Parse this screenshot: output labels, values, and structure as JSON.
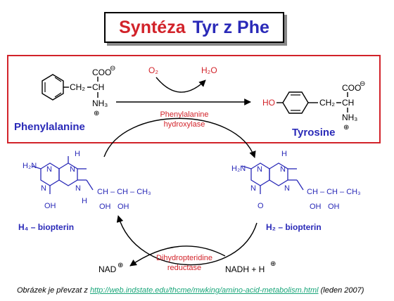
{
  "title": {
    "part1": "Syntéza",
    "part2": "Tyr z Phe"
  },
  "colors": {
    "red": "#d2232a",
    "blue": "#2a2ab8",
    "black": "#000000",
    "green": "#1aa67a"
  },
  "molecules": {
    "phenylalanine": {
      "name": "Phenylalanine",
      "ch2": "CH₂",
      "ch": "CH",
      "coo": "COO",
      "nh3": "NH₃"
    },
    "tyrosine": {
      "name": "Tyrosine",
      "ho": "HO",
      "ch2": "CH₂",
      "ch": "CH",
      "coo": "COO",
      "nh3": "NH₃"
    },
    "h4biopterin": {
      "name": "H₄ – biopterin",
      "h2n": "H₂N",
      "h_top": "H",
      "n1": "N",
      "n2": "N",
      "n3": "N",
      "n4": "N",
      "h_bot": "H",
      "oh": "OH",
      "chain": "CH – CH – CH₃",
      "oh1": "OH",
      "oh2": "OH"
    },
    "h2biopterin": {
      "name": "H₂ – biopterin",
      "h2n": "H₂N",
      "h_top": "H",
      "n1": "N",
      "n2": "N",
      "n3": "N",
      "n4": "N",
      "o": "O",
      "chain": "CH – CH – CH₃",
      "oh1": "OH",
      "oh2": "OH"
    }
  },
  "reagents": {
    "o2": "O₂",
    "h2o": "H₂O",
    "nad": "NAD",
    "nadh": "NADH + H"
  },
  "enzymes": {
    "hydroxylase": [
      "Phenylalanine",
      "hydroxylase"
    ],
    "reductase": [
      "Dihydropteridine",
      "reductase"
    ]
  },
  "charges": {
    "minus": "⊖",
    "plus": "⊕"
  },
  "caption": {
    "prefix": "Obrázek je převzat z ",
    "link": "http://web.indstate.edu/thcme/mwking/amino-acid-metabolism.html",
    "suffix": " (leden 2007)"
  }
}
